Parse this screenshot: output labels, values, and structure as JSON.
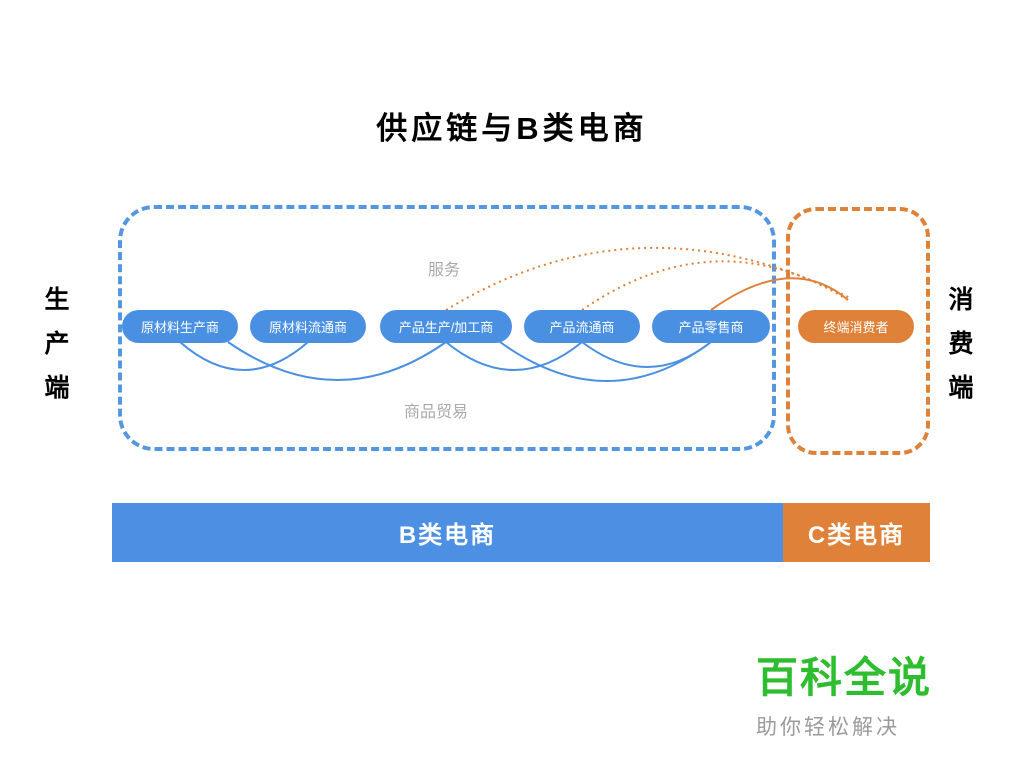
{
  "title": "供应链与B类电商",
  "left_label": "生产端",
  "right_label": "消费端",
  "diagram": {
    "service_label": "服务",
    "trade_label": "商品贸易",
    "nodes": [
      {
        "label": "原材料生产商"
      },
      {
        "label": "原材料流通商"
      },
      {
        "label": "产品生产/加工商"
      },
      {
        "label": "产品流通商"
      },
      {
        "label": "产品零售商"
      },
      {
        "label": "终端消费者"
      }
    ]
  },
  "bars": {
    "b_label": "B类电商",
    "c_label": "C类电商"
  },
  "logo": {
    "name": "百科全说",
    "tagline": "助你轻松解决"
  },
  "colors": {
    "node_blue": "#4a90e2",
    "bar_blue": "#4d90e3",
    "orange": "#e0813a",
    "dashed_blue": "#5596e0",
    "logo_green": "#2ebd2e",
    "hint_gray": "#aaaaaa"
  }
}
